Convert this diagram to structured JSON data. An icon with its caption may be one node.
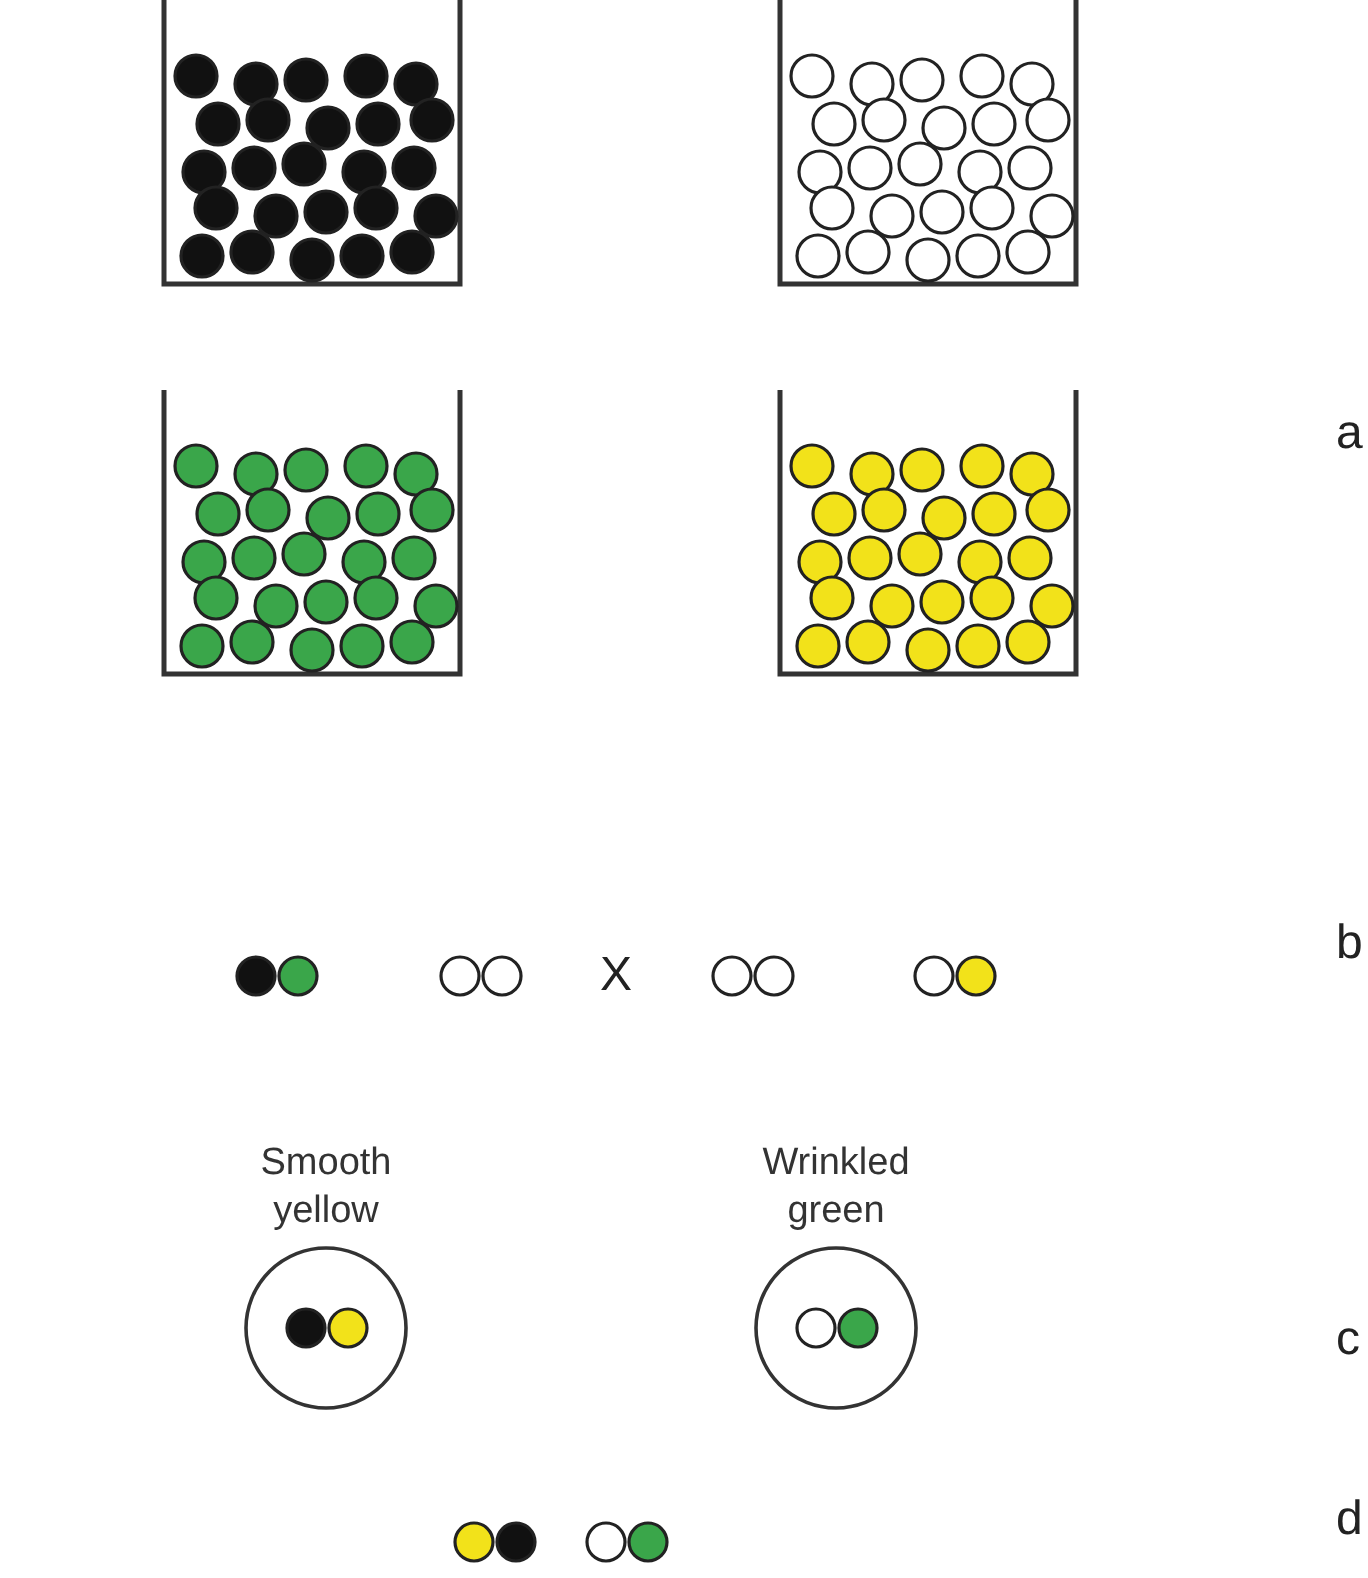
{
  "diagram": {
    "nodes": [
      {
        "text": [
          "Smooth yellow"
        ]
      },
      {
        "text": [
          "Wrinkled green"
        ]
      }
    ],
    "labels": [
      "a",
      "X",
      "b",
      "c",
      "d"
    ]
  }
}
